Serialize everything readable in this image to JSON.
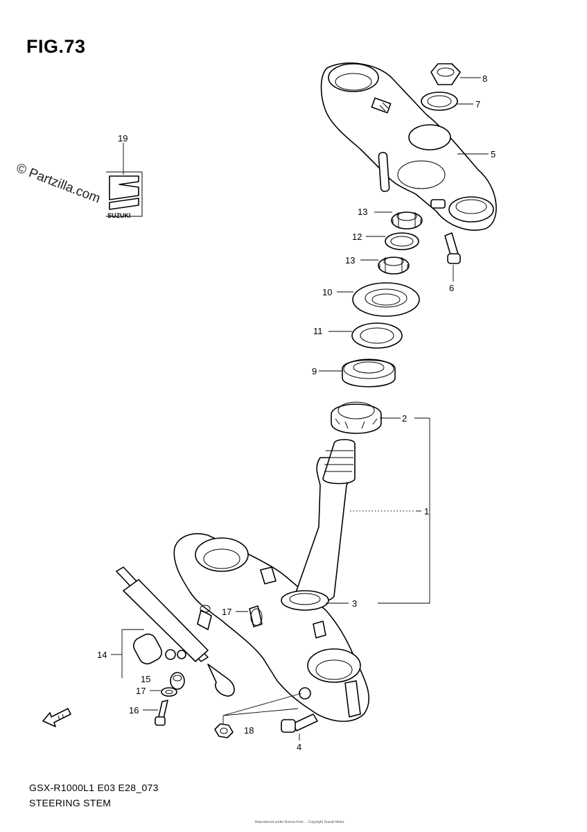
{
  "figure": {
    "title": "FIG.73",
    "watermark": "© Partzilla.com",
    "emblem_text": "SUZUKI",
    "footer_code": "GSX-R1000L1 E03 E28_073",
    "footer_name": "STEERING STEM",
    "fine_print": "Reproduced under license from ... Copyright Suzuki Motor"
  },
  "callouts": {
    "c1": "1",
    "c2": "2",
    "c3": "3",
    "c4": "4",
    "c5": "5",
    "c6": "6",
    "c7": "7",
    "c8": "8",
    "c9": "9",
    "c10": "10",
    "c11": "11",
    "c12": "12",
    "c13a": "13",
    "c13b": "13",
    "c14": "14",
    "c15": "15",
    "c16": "16",
    "c17a": "17",
    "c17b": "17",
    "c18": "18",
    "c19": "19"
  },
  "icons": {
    "front_arrow": "fwd-arrow-icon",
    "emblem": "suzuki-emblem-icon"
  }
}
